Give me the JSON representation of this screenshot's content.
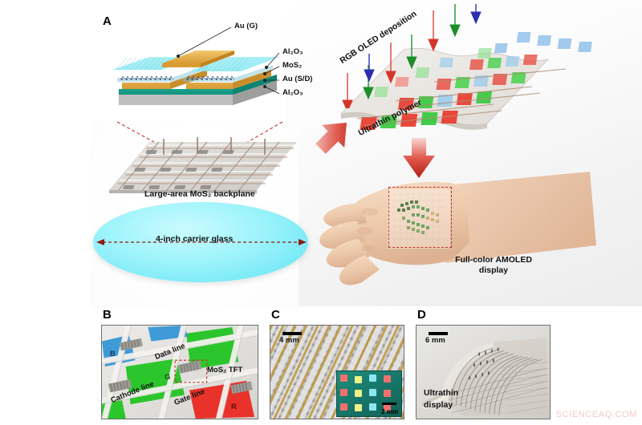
{
  "figure": {
    "watermark": "SCIENCEAQ.COM"
  },
  "panels": {
    "a": {
      "letter": "A"
    },
    "b": {
      "letter": "B"
    },
    "c": {
      "letter": "C"
    },
    "d": {
      "letter": "D"
    }
  },
  "panel_a": {
    "device_labels": {
      "gate": "Au (G)",
      "top_dielectric": "Al₂O₃",
      "channel": "MoS₂",
      "source_drain": "Au (S/D)",
      "bottom_dielectric": "Al₂O₃"
    },
    "backplane_caption": "Large-area MoS₂ backplane",
    "glass_caption": "4-inch carrier glass",
    "deposition_caption": "RGB OLED deposition",
    "polymer_caption": "Ultrathin polymer",
    "display_caption_line1": "Full-color AMOLED",
    "display_caption_line2": "display"
  },
  "panel_b": {
    "pixel_blue": "B",
    "pixel_green": "G",
    "pixel_red": "R",
    "data_line": "Data line",
    "cathode_line": "Cathode line",
    "gate_line": "Gate line",
    "tft_label": "MoS₂ TFT"
  },
  "panel_c": {
    "scale_main": "4 mm",
    "scale_inset": "2 mm"
  },
  "panel_d": {
    "scale": "6 mm",
    "caption_line1": "Ultrathin",
    "caption_line2": "display"
  },
  "colors": {
    "gold": "#e8b455",
    "teal": "#19b39b",
    "cyan": "#7fe8ef",
    "gray_substrate": "#b9b9b9",
    "red_arrow": "#cf2b24",
    "green_arrow": "#1d8f2a",
    "blue_arrow": "#2b2fb0",
    "dashed_red": "#c0342b",
    "pixel_red": "#e8322a",
    "pixel_green": "#1fc11f",
    "pixel_blue": "#3f9ad8",
    "glass_cyan": "#8ff0fa"
  }
}
